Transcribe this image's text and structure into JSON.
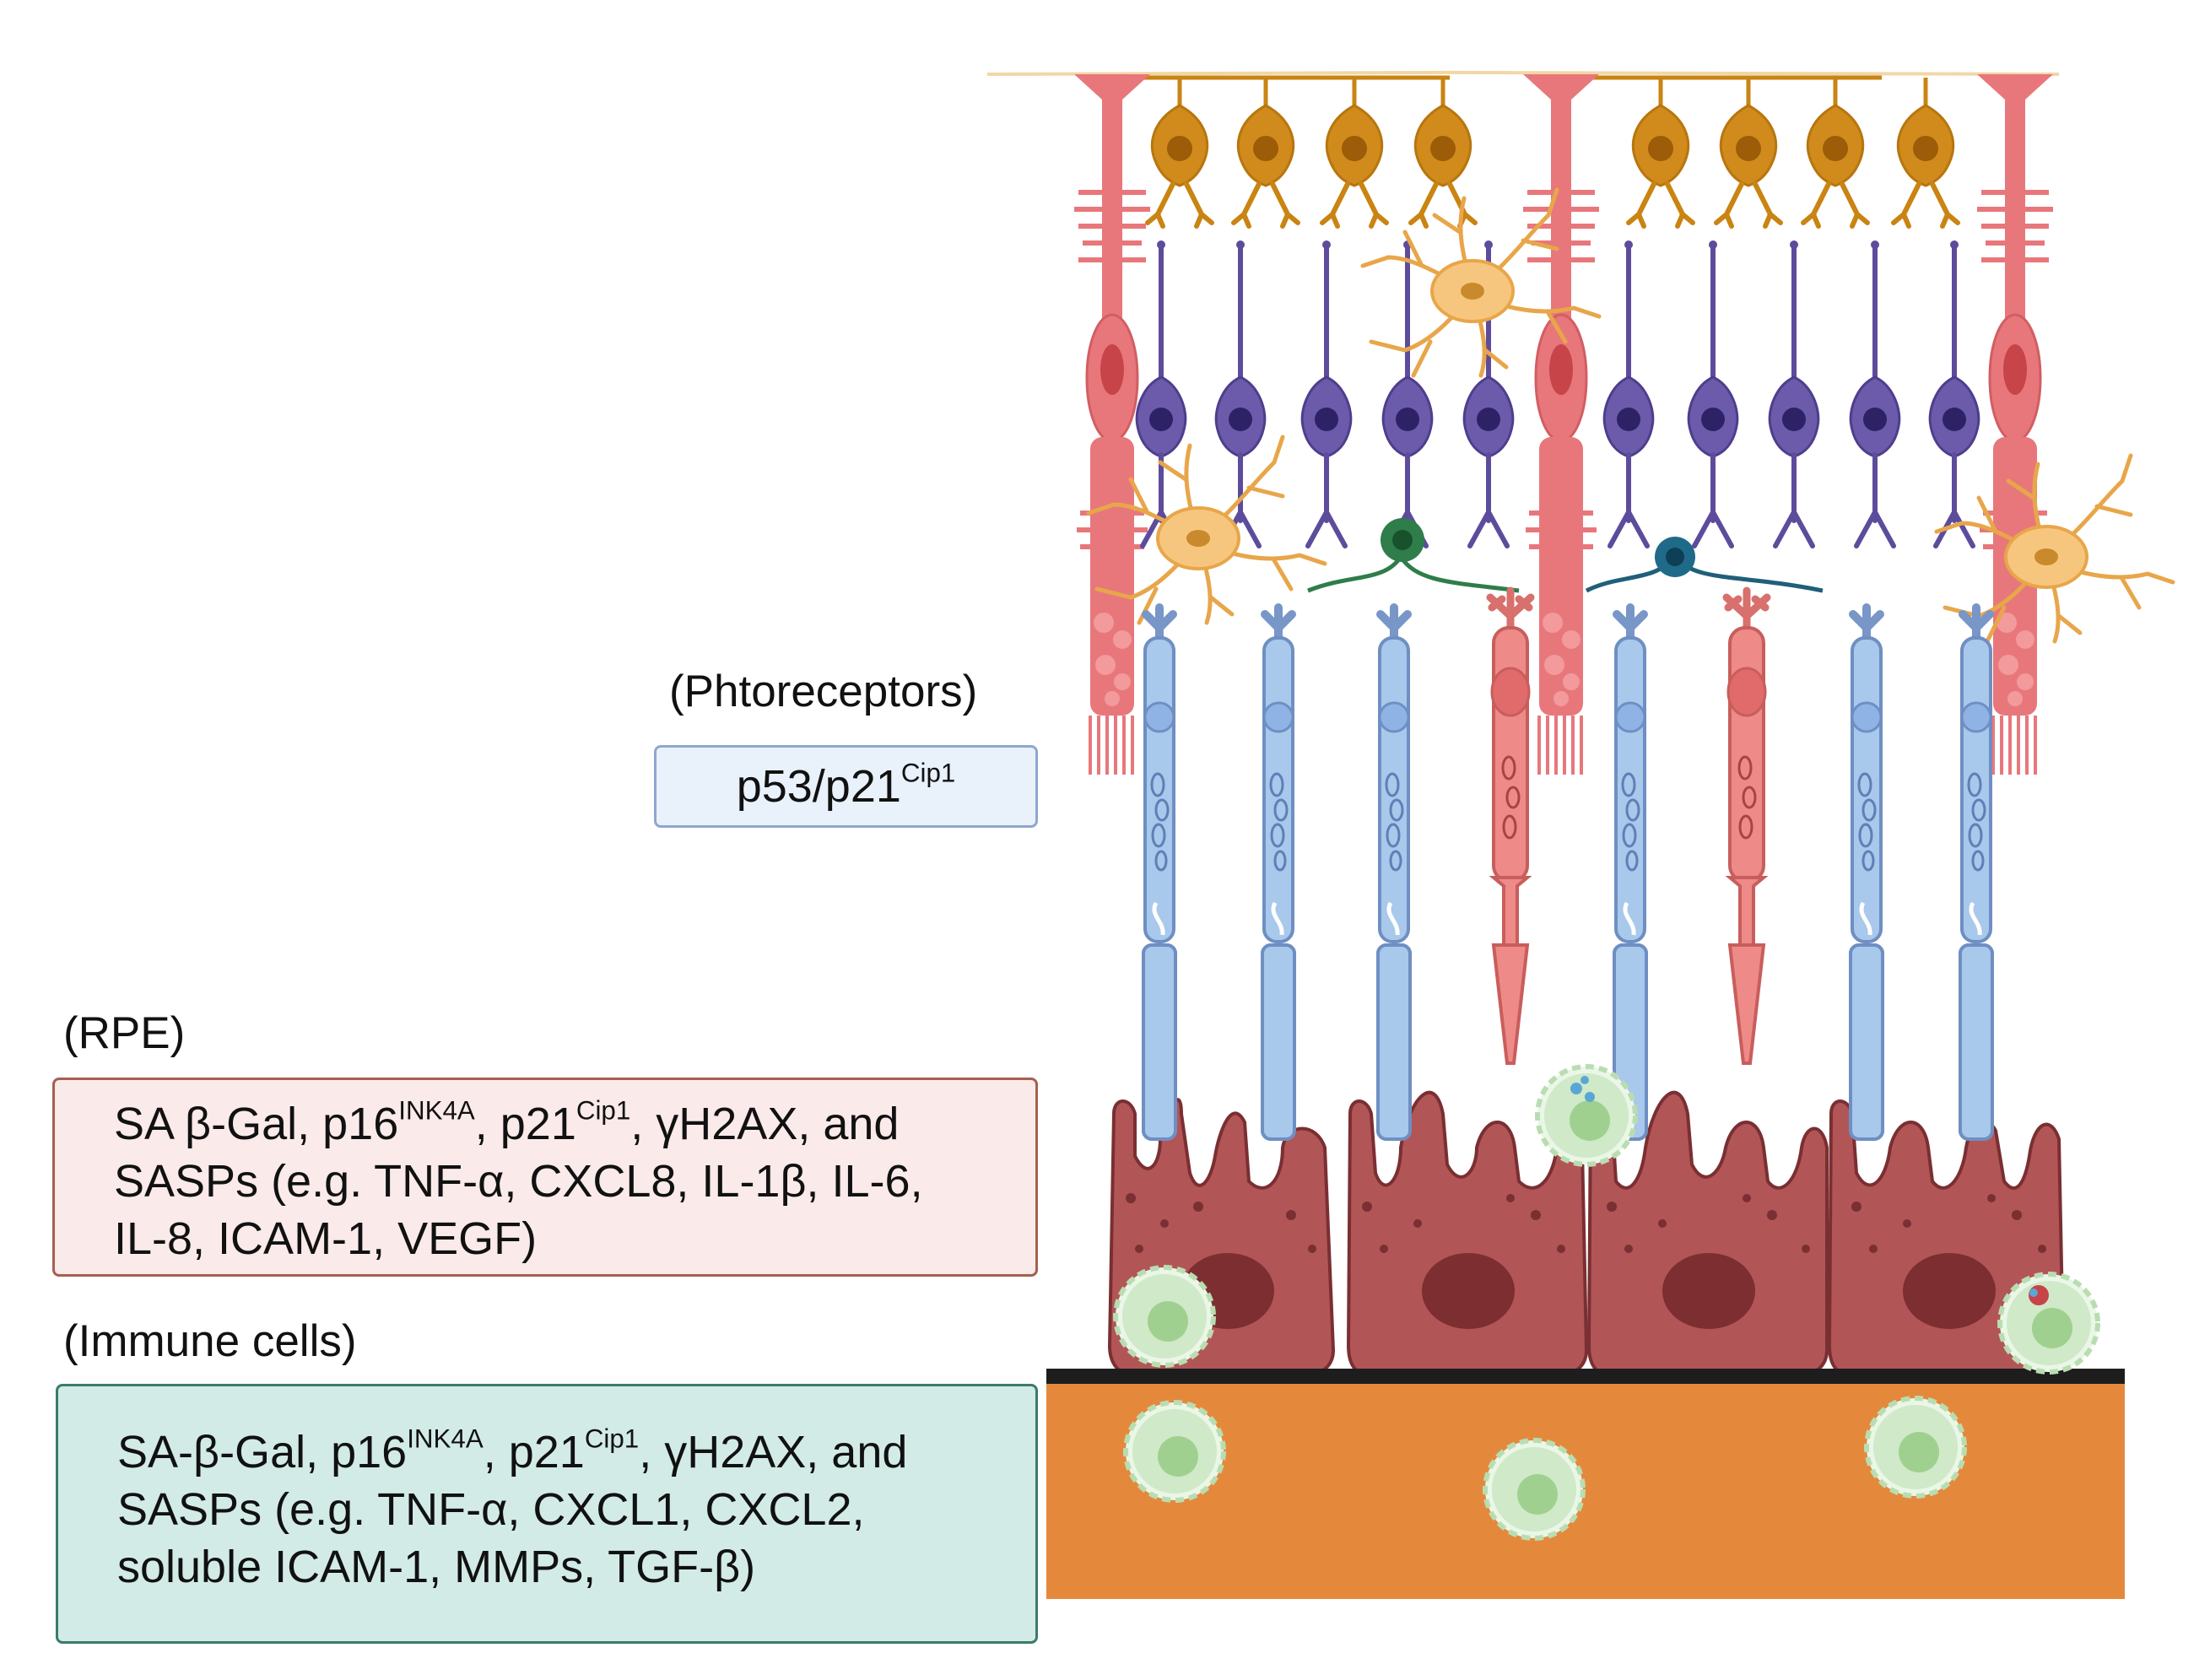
{
  "photoreceptors": {
    "heading": "(Phtoreceptors)",
    "marker": {
      "base": "p53/p21",
      "sup": "Cip1"
    }
  },
  "rpe": {
    "heading": "(RPE)",
    "lines": [
      [
        {
          "t": "SA β-Gal, p16"
        },
        {
          "s": "INK4A"
        },
        {
          "t": ", p21"
        },
        {
          "s": "Cip1"
        },
        {
          "t": ", γH2AX, and"
        }
      ],
      [
        {
          "t": "SASPs (e.g. TNF-α, CXCL8, IL-1β, IL-6,"
        }
      ],
      [
        {
          "t": "IL-8, ICAM-1, VEGF)"
        }
      ]
    ]
  },
  "immune": {
    "heading": "(Immune cells)",
    "lines": [
      [
        {
          "t": "SA-β-Gal, p16"
        },
        {
          "s": "INK4A"
        },
        {
          "t": ", p21"
        },
        {
          "s": "Cip1"
        },
        {
          "t": ", γH2AX, and"
        }
      ],
      [
        {
          "t": "SASPs (e.g. TNF-α, CXCL1, CXCL2,"
        }
      ],
      [
        {
          "t": "soluble ICAM-1, MMPs, TGF-β)"
        }
      ]
    ]
  },
  "colors": {
    "photoreceptor_box_fill": "#e9f1fb",
    "photoreceptor_box_border": "#8fa7cf",
    "rpe_box_fill": "#fbeaea",
    "rpe_box_border": "#a5604f",
    "immune_box_fill": "#d2ebe7",
    "immune_box_border": "#3a7b6b",
    "muller_cell": "#e8777b",
    "ganglion_cell": "#d18a1c",
    "bipolar_cell": "#6c5aab",
    "astrocyte": "#f7c67e",
    "rod": "#a8c8ec",
    "cone": "#ee8a88",
    "rpe_cell": "#b25557",
    "choroid": "#e4893c",
    "immune_cell": "#cfe9c9"
  }
}
